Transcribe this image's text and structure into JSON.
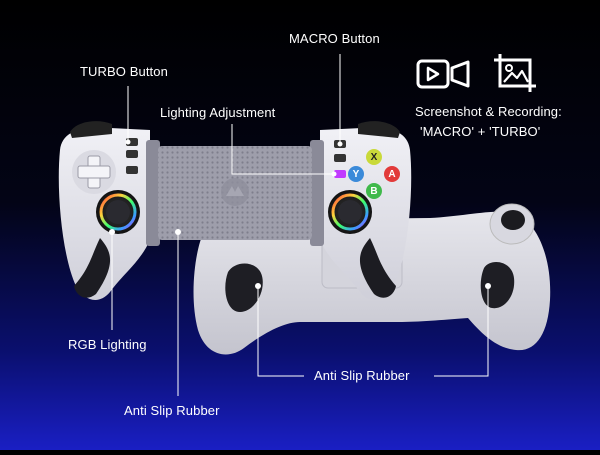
{
  "labels": {
    "turbo_button": "TURBO Button",
    "macro_button": "MACRO Button",
    "lighting_adjustment": "Lighting Adjustment",
    "screenshot_recording": "Screenshot & Recording:",
    "combo": "'MACRO' + 'TURBO'",
    "rgb_lighting": "RGB Lighting",
    "anti_slip_left": "Anti Slip Rubber",
    "anti_slip_right": "Anti Slip Rubber"
  },
  "buttons": {
    "x": "X",
    "y": "Y",
    "a": "A",
    "b": "B"
  },
  "icons": {
    "video": "video-recording-icon",
    "screenshot": "screenshot-icon"
  },
  "colors": {
    "controller_body": "#e8e8ef",
    "controller_grip": "#d9d9e2",
    "trim_dark": "#1a1a1f",
    "x_button": "#c9d93a",
    "y_button": "#3b8ad9",
    "a_button": "#e23a3a",
    "b_button": "#3fb94a"
  }
}
